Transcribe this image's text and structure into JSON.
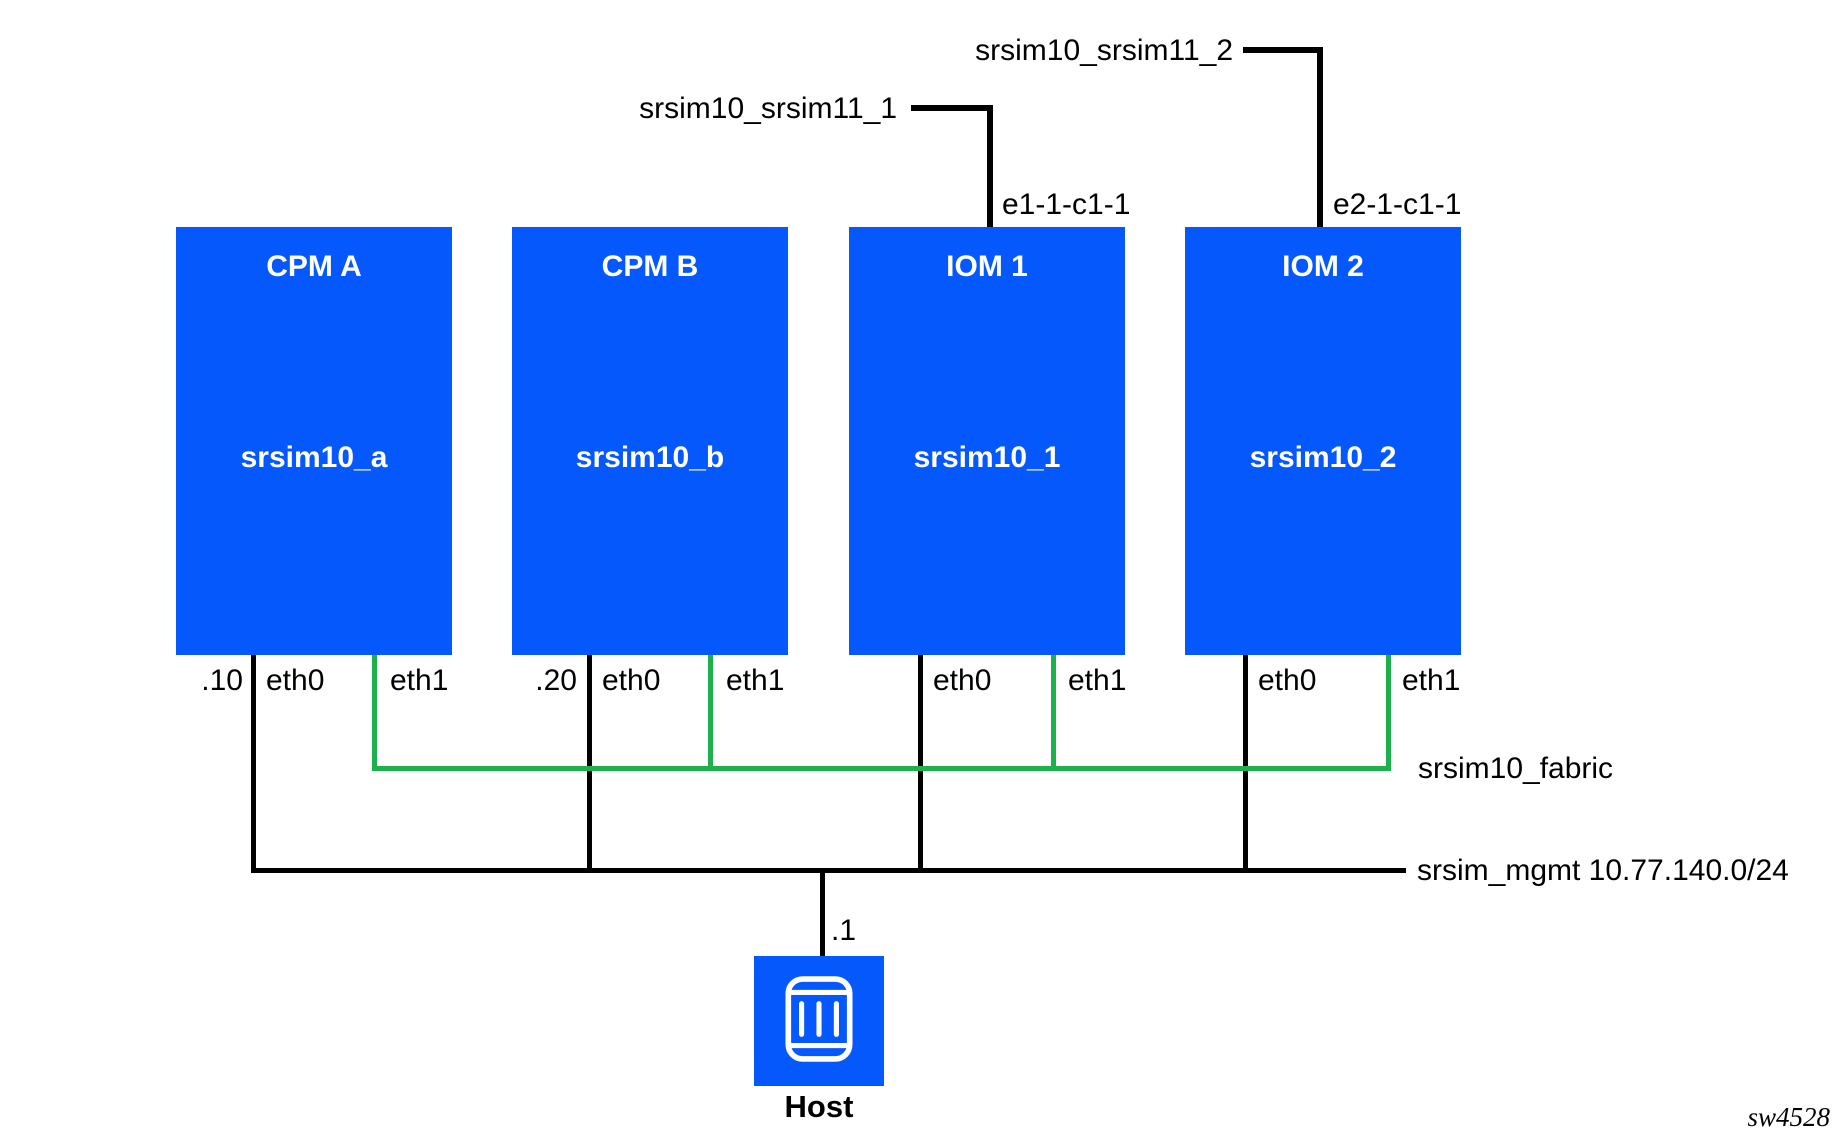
{
  "colors": {
    "node_fill": "#0558fb",
    "fabric_green": "#1cb24b",
    "line_black": "#000000"
  },
  "nodes": [
    {
      "title": "CPM A",
      "name": "srsim10_a",
      "mgmt_ip": ".10",
      "ports": [
        "eth0",
        "eth1"
      ]
    },
    {
      "title": "CPM B",
      "name": "srsim10_b",
      "mgmt_ip": ".20",
      "ports": [
        "eth0",
        "eth1"
      ]
    },
    {
      "title": "IOM 1",
      "name": "srsim10_1",
      "ports": [
        "eth0",
        "eth1"
      ]
    },
    {
      "title": "IOM 2",
      "name": "srsim10_2",
      "ports": [
        "eth0",
        "eth1"
      ]
    }
  ],
  "uplinks": [
    {
      "label": "srsim10_srsim11_1",
      "port": "e1-1-c1-1"
    },
    {
      "label": "srsim10_srsim11_2",
      "port": "e2-1-c1-1"
    }
  ],
  "buses": {
    "fabric_label": "srsim10_fabric",
    "mgmt_label": "srsim_mgmt 10.77.140.0/24"
  },
  "host": {
    "label": "Host",
    "ip": ".1"
  },
  "watermark": "sw4528"
}
